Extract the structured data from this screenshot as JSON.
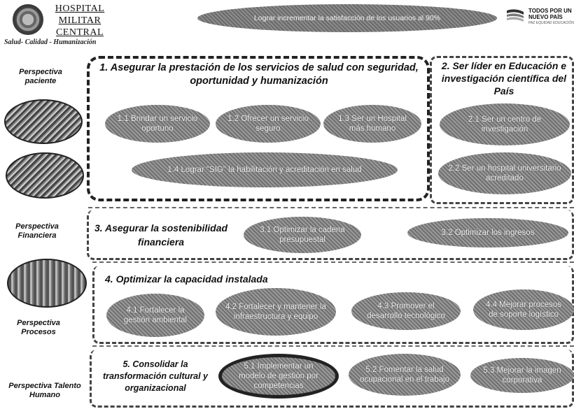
{
  "header": {
    "logo_lines": [
      "HOSPITAL",
      "MILITAR",
      "CENTRAL"
    ],
    "slogan": "Salud- Calidad - Humanización",
    "vision": "Lograr incrementar la satisfacción de los usuarios al 90%",
    "brand_name": "TODOS POR UN NUEVO PAÍS",
    "brand_tagline": "PAZ EQUIDAD EDUCACIÓN"
  },
  "perspectives": {
    "paciente": "Perspectiva paciente",
    "financiera": "Perspectiva Financiera",
    "procesos": "Perspectiva Procesos",
    "talento": "Perspectiva Talento Humano"
  },
  "objectives": {
    "o1": "1. Asegurar la  prestación de los servicios de salud con seguridad, oportunidad y humanización",
    "o2": "2. Ser líder en Educación e  investigación científica del País",
    "o3": "3. Asegurar la sostenibilidad financiera",
    "o4": "4. Optimizar la capacidad instalada",
    "o5": "5. Consolidar  la transformación cultural y organizacional"
  },
  "strategies": {
    "s1_1": "1.1 Brindar un servicio oportuno",
    "s1_2": "1.2 Ofrecer un servicio seguro",
    "s1_3": "1.3 Ser un Hospital más humano",
    "s1_4": "1.4 Lograr \"SIG\" la habilitación y acreditación  en salud",
    "s2_1": "2.1 Ser un centro de investigación",
    "s2_2": "2.2 Ser un hospital universitario acreditado",
    "s3_1": "3.1 Optimizar la cadena presupuestal",
    "s3_2": "3.2 Optimizar los ingresos",
    "s4_1": "4.1 Fortalecer la gestión ambiental",
    "s4_2": "4.2  Fortalecer y mantener la infraestructura y equipo",
    "s4_3": "4.3 Promover el desarrollo tecnológico",
    "s4_4": "4.4 Mejorar procesos de soporte logístico",
    "s5_1": "5.1 Implementar un modelo de gestión por competencias",
    "s5_2": "5.2 Fomentar la salud ocupacional en el trabajo",
    "s5_3": "5.3 Mejorar la imagen corporativa"
  },
  "colors": {
    "oval_fill": "#8a8a8a",
    "border": "#222222"
  }
}
